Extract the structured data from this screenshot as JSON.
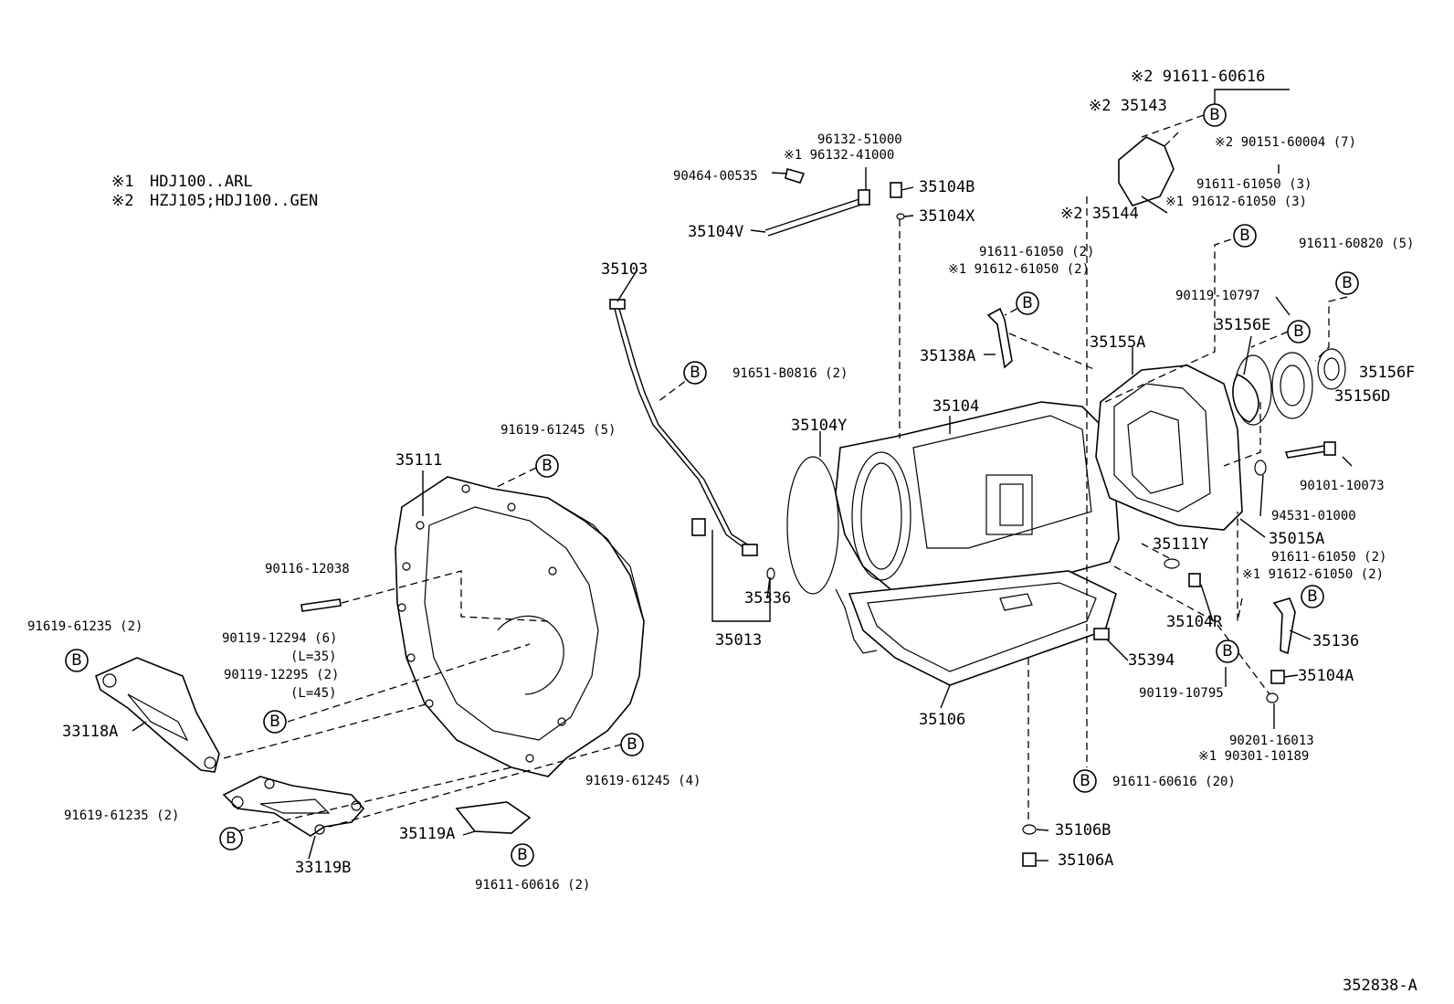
{
  "legend": {
    "note1_mark": "※1",
    "note1_text": "HDJ100..ARL",
    "note2_mark": "※2",
    "note2_text": "HZJ105;HDJ100..GEN"
  },
  "bolt_marker": "B",
  "footer_code": "352838-A",
  "labels": {
    "l91611_60616_top": "※2 91611-60616",
    "l35143": "※2 35143",
    "l90151": "※2 90151-60004 (7)",
    "l96132_51000": "96132-51000",
    "l96132_41000": "※1 96132-41000",
    "l90464": "90464-00535",
    "l35104B": "35104B",
    "l35104X": "35104X",
    "l35104V": "35104V",
    "l35144": "※2 35144",
    "l91611_61050_3": "91611-61050 (3)",
    "l91612_61050_3": "※1 91612-61050 (3)",
    "l91611_60820": "91611-60820 (5)",
    "l91611_61050_2a": "91611-61050 (2)",
    "l91612_61050_2a": "※1 91612-61050 (2)",
    "l90119_10797": "90119-10797",
    "l35103": "35103",
    "l35156E": "35156E",
    "l35138A": "35138A",
    "l35155A": "35155A",
    "l35156F": "35156F",
    "l35156D": "35156D",
    "l91651": "91651-B0816 (2)",
    "l35104": "35104",
    "l35104Y": "35104Y",
    "l91619_61245_5": "91619-61245 (5)",
    "l35111": "35111",
    "l90101": "90101-10073",
    "l94531": "94531-01000",
    "l35015A": "35015A",
    "l35111Y": "35111Y",
    "l91611_61050_2b": "91611-61050 (2)",
    "l91612_61050_2b": "※1 91612-61050 (2)",
    "l90116": "90116-12038",
    "l35336": "35336",
    "l91619_61235_a": "91619-61235 (2)",
    "l90119_12294": "90119-12294 (6)",
    "l_L35": "(L=35)",
    "l90119_12295": "90119-12295 (2)",
    "l_L45": "(L=45)",
    "l35013": "35013",
    "l35104R": "35104R",
    "l35136": "35136",
    "l35394": "35394",
    "l35104A": "35104A",
    "l33118A": "33118A",
    "l90119_10795": "90119-10795",
    "l35106": "35106",
    "l91619_61245_4": "91619-61245 (4)",
    "l90201": "90201-16013",
    "l90301": "※1 90301-10189",
    "l91611_60616_20": "91611-60616 (20)",
    "l91619_61235_b": "91619-61235 (2)",
    "l35106B": "35106B",
    "l35119A": "35119A",
    "l35106A": "35106A",
    "l33119B": "33119B",
    "l91611_60616_2": "91611-60616 (2)"
  }
}
